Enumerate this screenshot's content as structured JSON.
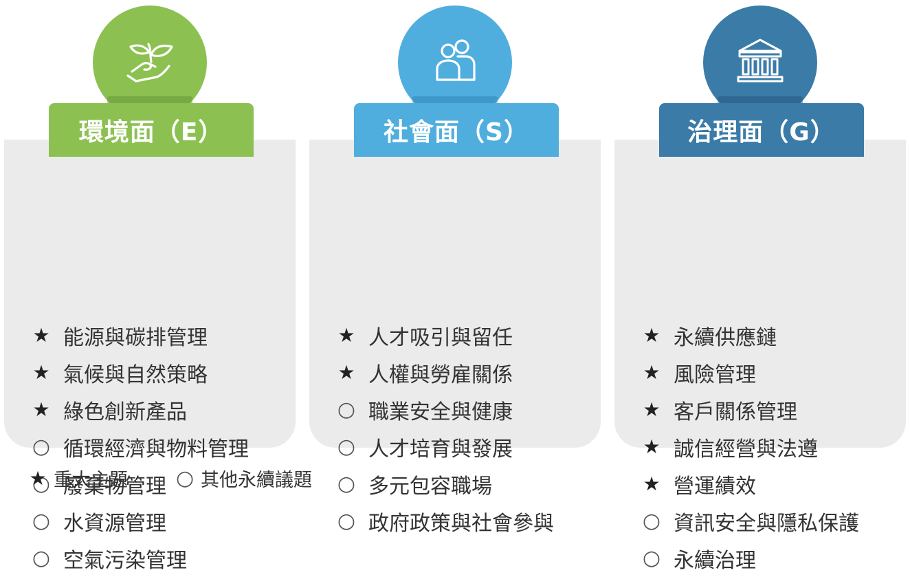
{
  "marks": {
    "star": "★",
    "circle": "○"
  },
  "pillars": [
    {
      "title": "環境面（E）",
      "icon": "hand-plant-icon",
      "color": "#8cc152",
      "items": [
        {
          "mark": "star",
          "label": "能源與碳排管理"
        },
        {
          "mark": "star",
          "label": "氣候與自然策略"
        },
        {
          "mark": "star",
          "label": "綠色創新產品"
        },
        {
          "mark": "circle",
          "label": "循環經濟與物料管理"
        },
        {
          "mark": "circle",
          "label": "廢棄物管理"
        },
        {
          "mark": "circle",
          "label": "水資源管理"
        },
        {
          "mark": "circle",
          "label": "空氣污染管理"
        }
      ]
    },
    {
      "title": "社會面（S）",
      "icon": "people-icon",
      "color": "#4faede",
      "items": [
        {
          "mark": "star",
          "label": "人才吸引與留任"
        },
        {
          "mark": "star",
          "label": "人權與勞雇關係"
        },
        {
          "mark": "circle",
          "label": "職業安全與健康"
        },
        {
          "mark": "circle",
          "label": "人才培育與發展"
        },
        {
          "mark": "circle",
          "label": "多元包容職場"
        },
        {
          "mark": "circle",
          "label": "政府政策與社會參與"
        }
      ]
    },
    {
      "title": "治理面（G）",
      "icon": "institution-icon",
      "color": "#3a7ba7",
      "items": [
        {
          "mark": "star",
          "label": "永續供應鏈"
        },
        {
          "mark": "star",
          "label": "風險管理"
        },
        {
          "mark": "star",
          "label": "客戶關係管理"
        },
        {
          "mark": "star",
          "label": "誠信經營與法遵"
        },
        {
          "mark": "star",
          "label": "營運績效"
        },
        {
          "mark": "circle",
          "label": "資訊安全與隱私保護"
        },
        {
          "mark": "circle",
          "label": "永續治理"
        }
      ]
    }
  ],
  "legend": [
    {
      "mark": "star",
      "label": "重大主題"
    },
    {
      "mark": "circle",
      "label": "其他永續議題"
    }
  ]
}
